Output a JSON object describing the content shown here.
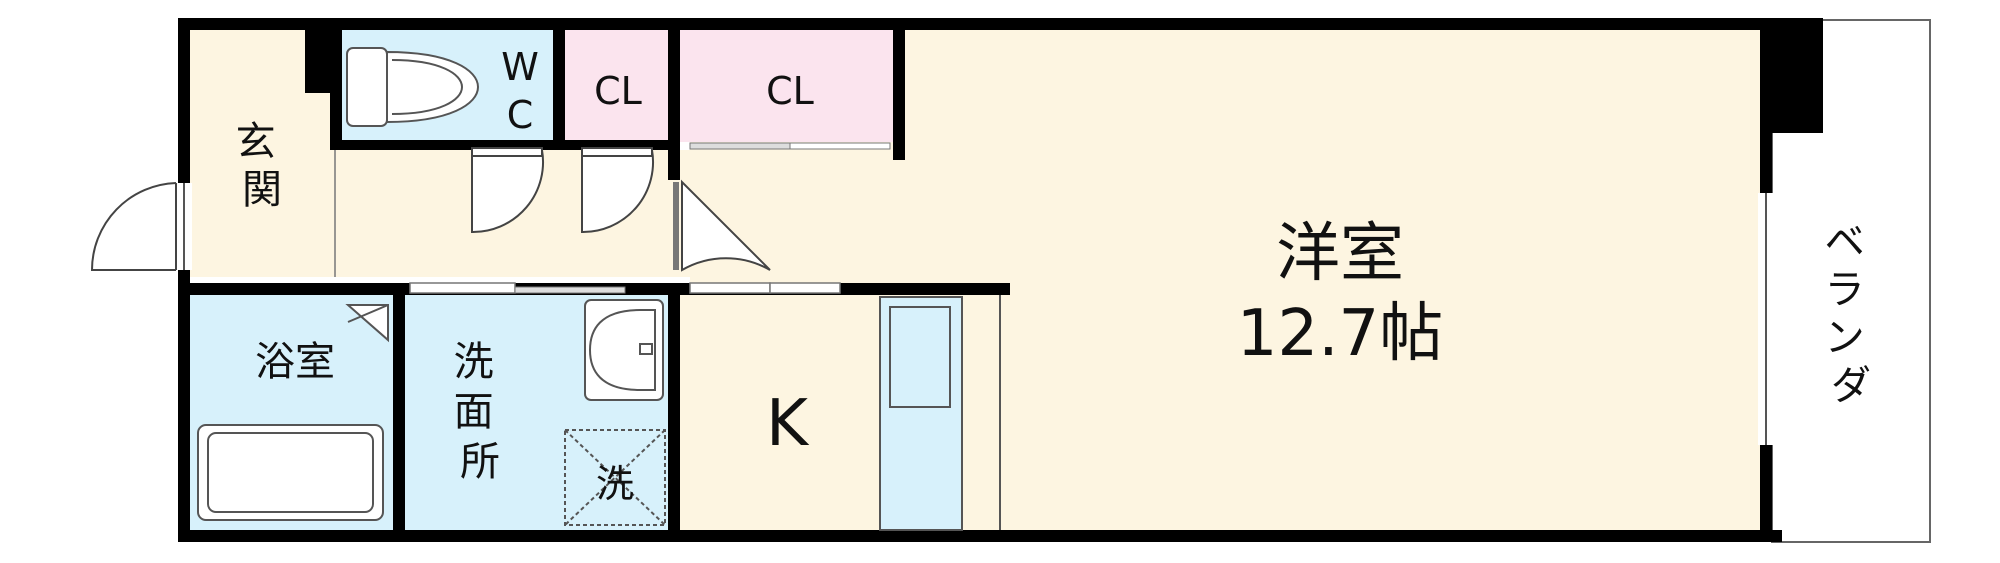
{
  "rooms": {
    "western_room": {
      "name": "洋室",
      "size": "12.7帖"
    },
    "entrance": {
      "label": "玄関"
    },
    "toilet": {
      "label_top": "W",
      "label_bottom": "C"
    },
    "closet_small": {
      "label": "CL"
    },
    "closet_large": {
      "label": "CL"
    },
    "bathroom": {
      "label": "浴室"
    },
    "washroom": {
      "label": "洗面所"
    },
    "washing_machine": {
      "label": "洗"
    },
    "kitchen": {
      "label": "K"
    },
    "balcony": {
      "label": "ベランダ"
    }
  },
  "colors": {
    "wall": "#000000",
    "living_floor": "#fdf5e1",
    "wet_area": "#d7f1fb",
    "closet": "#fbe4ee",
    "balcony": "#ffffff",
    "fixture_line": "#555555"
  }
}
